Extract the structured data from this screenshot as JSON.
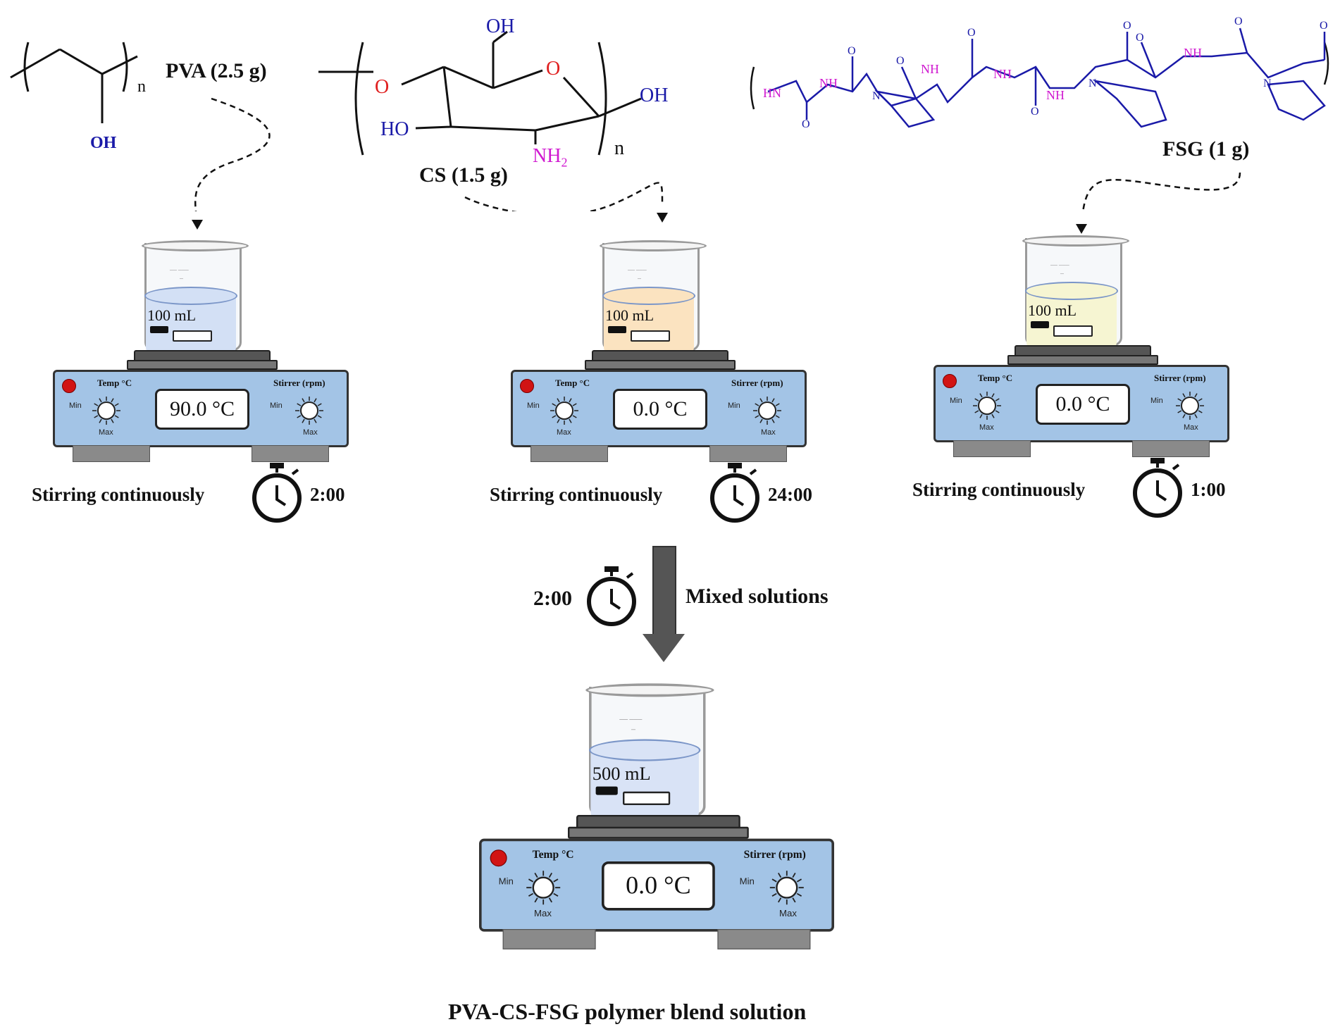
{
  "structures": {
    "pva": {
      "label": "PVA (2.5 g)",
      "oh": "OH",
      "n": "n"
    },
    "cs": {
      "label": "CS (1.5 g)",
      "oh_top": "OH",
      "o_ring": "O",
      "oh_right": "OH",
      "ho_left": "HO",
      "nh2": "NH2",
      "o_link": "O",
      "n": "n"
    },
    "fsg": {
      "label": "FSG (1 g)",
      "hn": "HN",
      "nh": "NH",
      "o": "O",
      "n_atom": "N"
    }
  },
  "stations": [
    {
      "id": "pva",
      "volume": "100 mL",
      "temp_label": "Temp °C",
      "stirrer_label": "Stirrer (rpm)",
      "min": "Min",
      "max": "Max",
      "display": "90.0 °C",
      "caption": "Stirring continuously",
      "time": "2:00",
      "liquid": "#d3e0f5"
    },
    {
      "id": "cs",
      "volume": "100 mL",
      "temp_label": "Temp °C",
      "stirrer_label": "Stirrer (rpm)",
      "min": "Min",
      "max": "Max",
      "display": "0.0 °C",
      "caption": "Stirring continuously",
      "time": "24:00",
      "liquid": "#fbe3c0"
    },
    {
      "id": "fsg",
      "volume": "100 mL",
      "temp_label": "Temp °C",
      "stirrer_label": "Stirrer (rpm)",
      "min": "Min",
      "max": "Max",
      "display": "0.0 °C",
      "caption": "Stirring continuously",
      "time": "1:00",
      "liquid": "#f6f5d2"
    }
  ],
  "mix": {
    "time": "2:00",
    "label": "Mixed solutions"
  },
  "final": {
    "volume": "500 mL",
    "temp_label": "Temp °C",
    "stirrer_label": "Stirrer (rpm)",
    "min": "Min",
    "max": "Max",
    "display": "0.0 °C",
    "caption": "PVA-CS-FSG polymer blend solution",
    "liquid": "#d9e3f6"
  },
  "colors": {
    "oxygen": "#e02020",
    "nitrogen_blue": "#1a1aa8",
    "amine_magenta": "#d01ad0",
    "plate_body": "#a3c4e6"
  }
}
